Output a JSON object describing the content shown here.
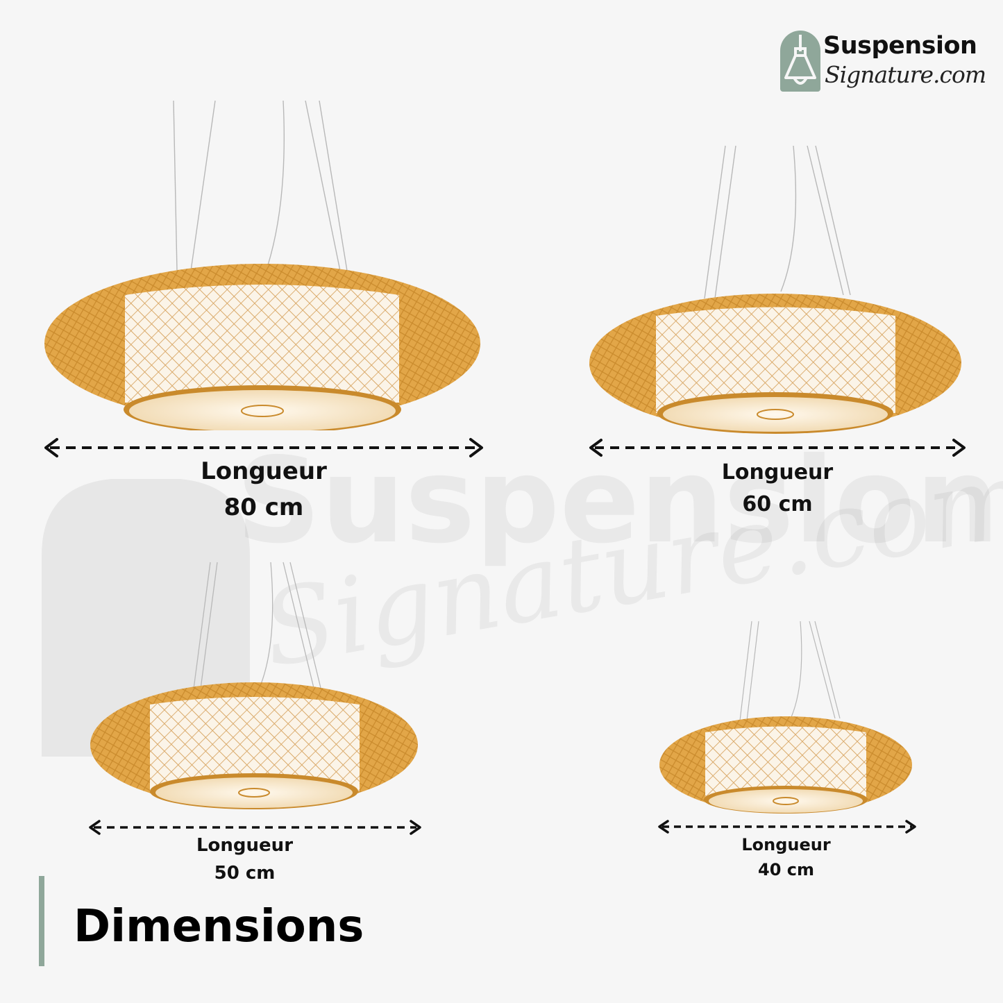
{
  "brand": {
    "line1": "Suspension",
    "line2": "Signature.com",
    "badge_color": "#8fa79a",
    "badge_icon": "pendant-lamp-icon"
  },
  "watermark": {
    "line1": "Suspension",
    "line2": "Signature.com"
  },
  "colors": {
    "rattan": "#e0a445",
    "rattan_dark": "#c98a2c",
    "inner_glow": "#fbf2e3",
    "background": "#f6f6f6",
    "accent": "#8fa79a"
  },
  "sizes": [
    {
      "label": "Longueur",
      "value": "80 cm"
    },
    {
      "label": "Longueur",
      "value": "60 cm"
    },
    {
      "label": "Longueur",
      "value": "50 cm"
    },
    {
      "label": "Longueur",
      "value": "40 cm"
    }
  ],
  "title": "Dimensions"
}
